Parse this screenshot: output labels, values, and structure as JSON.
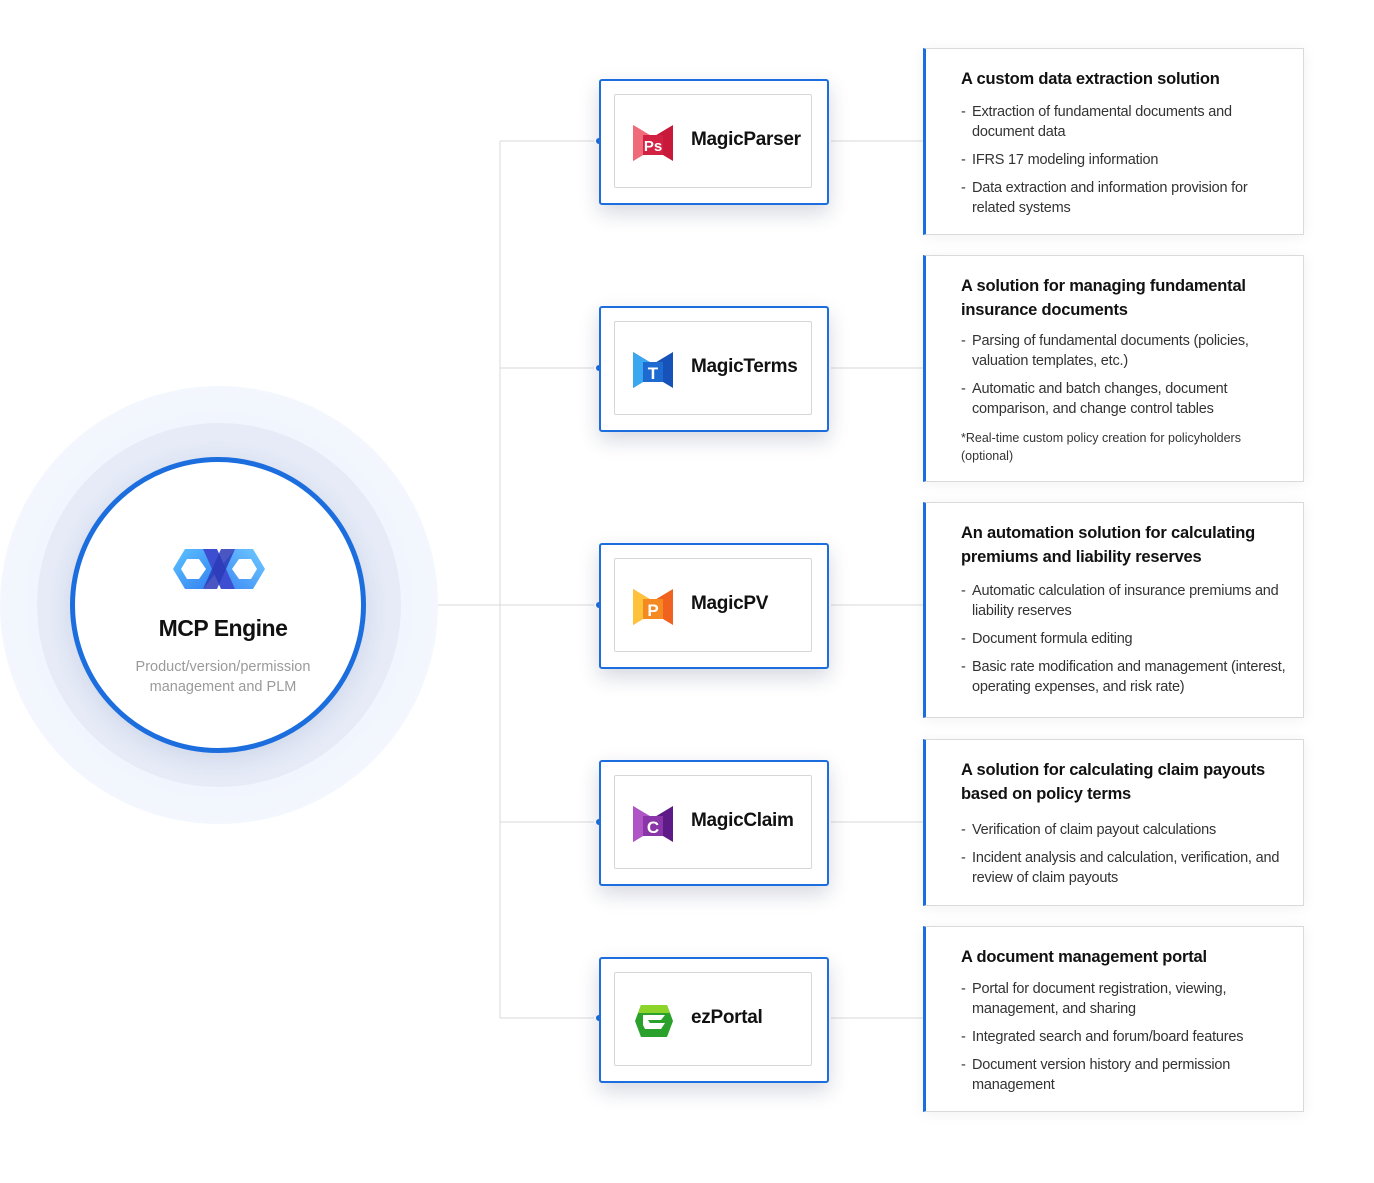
{
  "engine": {
    "title": "MCP Engine",
    "subtitle": "Product/version/permission management and PLM"
  },
  "products": [
    {
      "name": "MagicParser",
      "icon": "magicparser-logo-icon",
      "letter": "Ps",
      "colors": [
        "#f06a7a",
        "#c8193a"
      ],
      "description": {
        "title": "A custom data extraction solution",
        "items": [
          "Extraction of fundamental documents and document data",
          "IFRS 17 modeling information",
          "Data extraction and information provision for related systems"
        ]
      }
    },
    {
      "name": "MagicTerms",
      "icon": "magicterms-logo-icon",
      "letter": "T",
      "colors": [
        "#3aa7f0",
        "#1652b8"
      ],
      "description": {
        "title": "A solution for managing fundamental insurance documents",
        "items": [
          "Parsing of fundamental documents (policies, valuation templates, etc.)",
          "Automatic and batch changes, document comparison, and change control tables"
        ],
        "note": "*Real-time custom policy creation for policyholders (optional)"
      }
    },
    {
      "name": "MagicPV",
      "icon": "magicpv-logo-icon",
      "letter": "P",
      "colors": [
        "#ffc23a",
        "#f0621e"
      ],
      "description": {
        "title": "An automation solution for calculating premiums and liability reserves",
        "items": [
          "Automatic calculation of insurance premiums and liability reserves",
          "Document formula editing",
          "Basic rate modification and management (interest, operating expenses, and risk rate)"
        ]
      }
    },
    {
      "name": "MagicClaim",
      "icon": "magicclaim-logo-icon",
      "letter": "C",
      "colors": [
        "#b055c6",
        "#5e1a86"
      ],
      "description": {
        "title": "A solution for calculating claim payouts based on policy terms",
        "items": [
          "Verification of claim payout calculations",
          "Incident analysis and calculation, verification, and review of claim payouts"
        ]
      }
    },
    {
      "name": "ezPortal",
      "icon": "ezportal-logo-icon",
      "letter": "",
      "colors": [
        "#8cd42a",
        "#2aa12a"
      ],
      "description": {
        "title": "A document management portal",
        "items": [
          "Portal for document registration, viewing, management, and sharing",
          "Integrated search and forum/board features",
          "Document version history and permission management"
        ]
      }
    }
  ],
  "colors": {
    "accent": "#1c6ede",
    "connector": "#d9d9d9",
    "subtitle": "#9a9a9a"
  }
}
